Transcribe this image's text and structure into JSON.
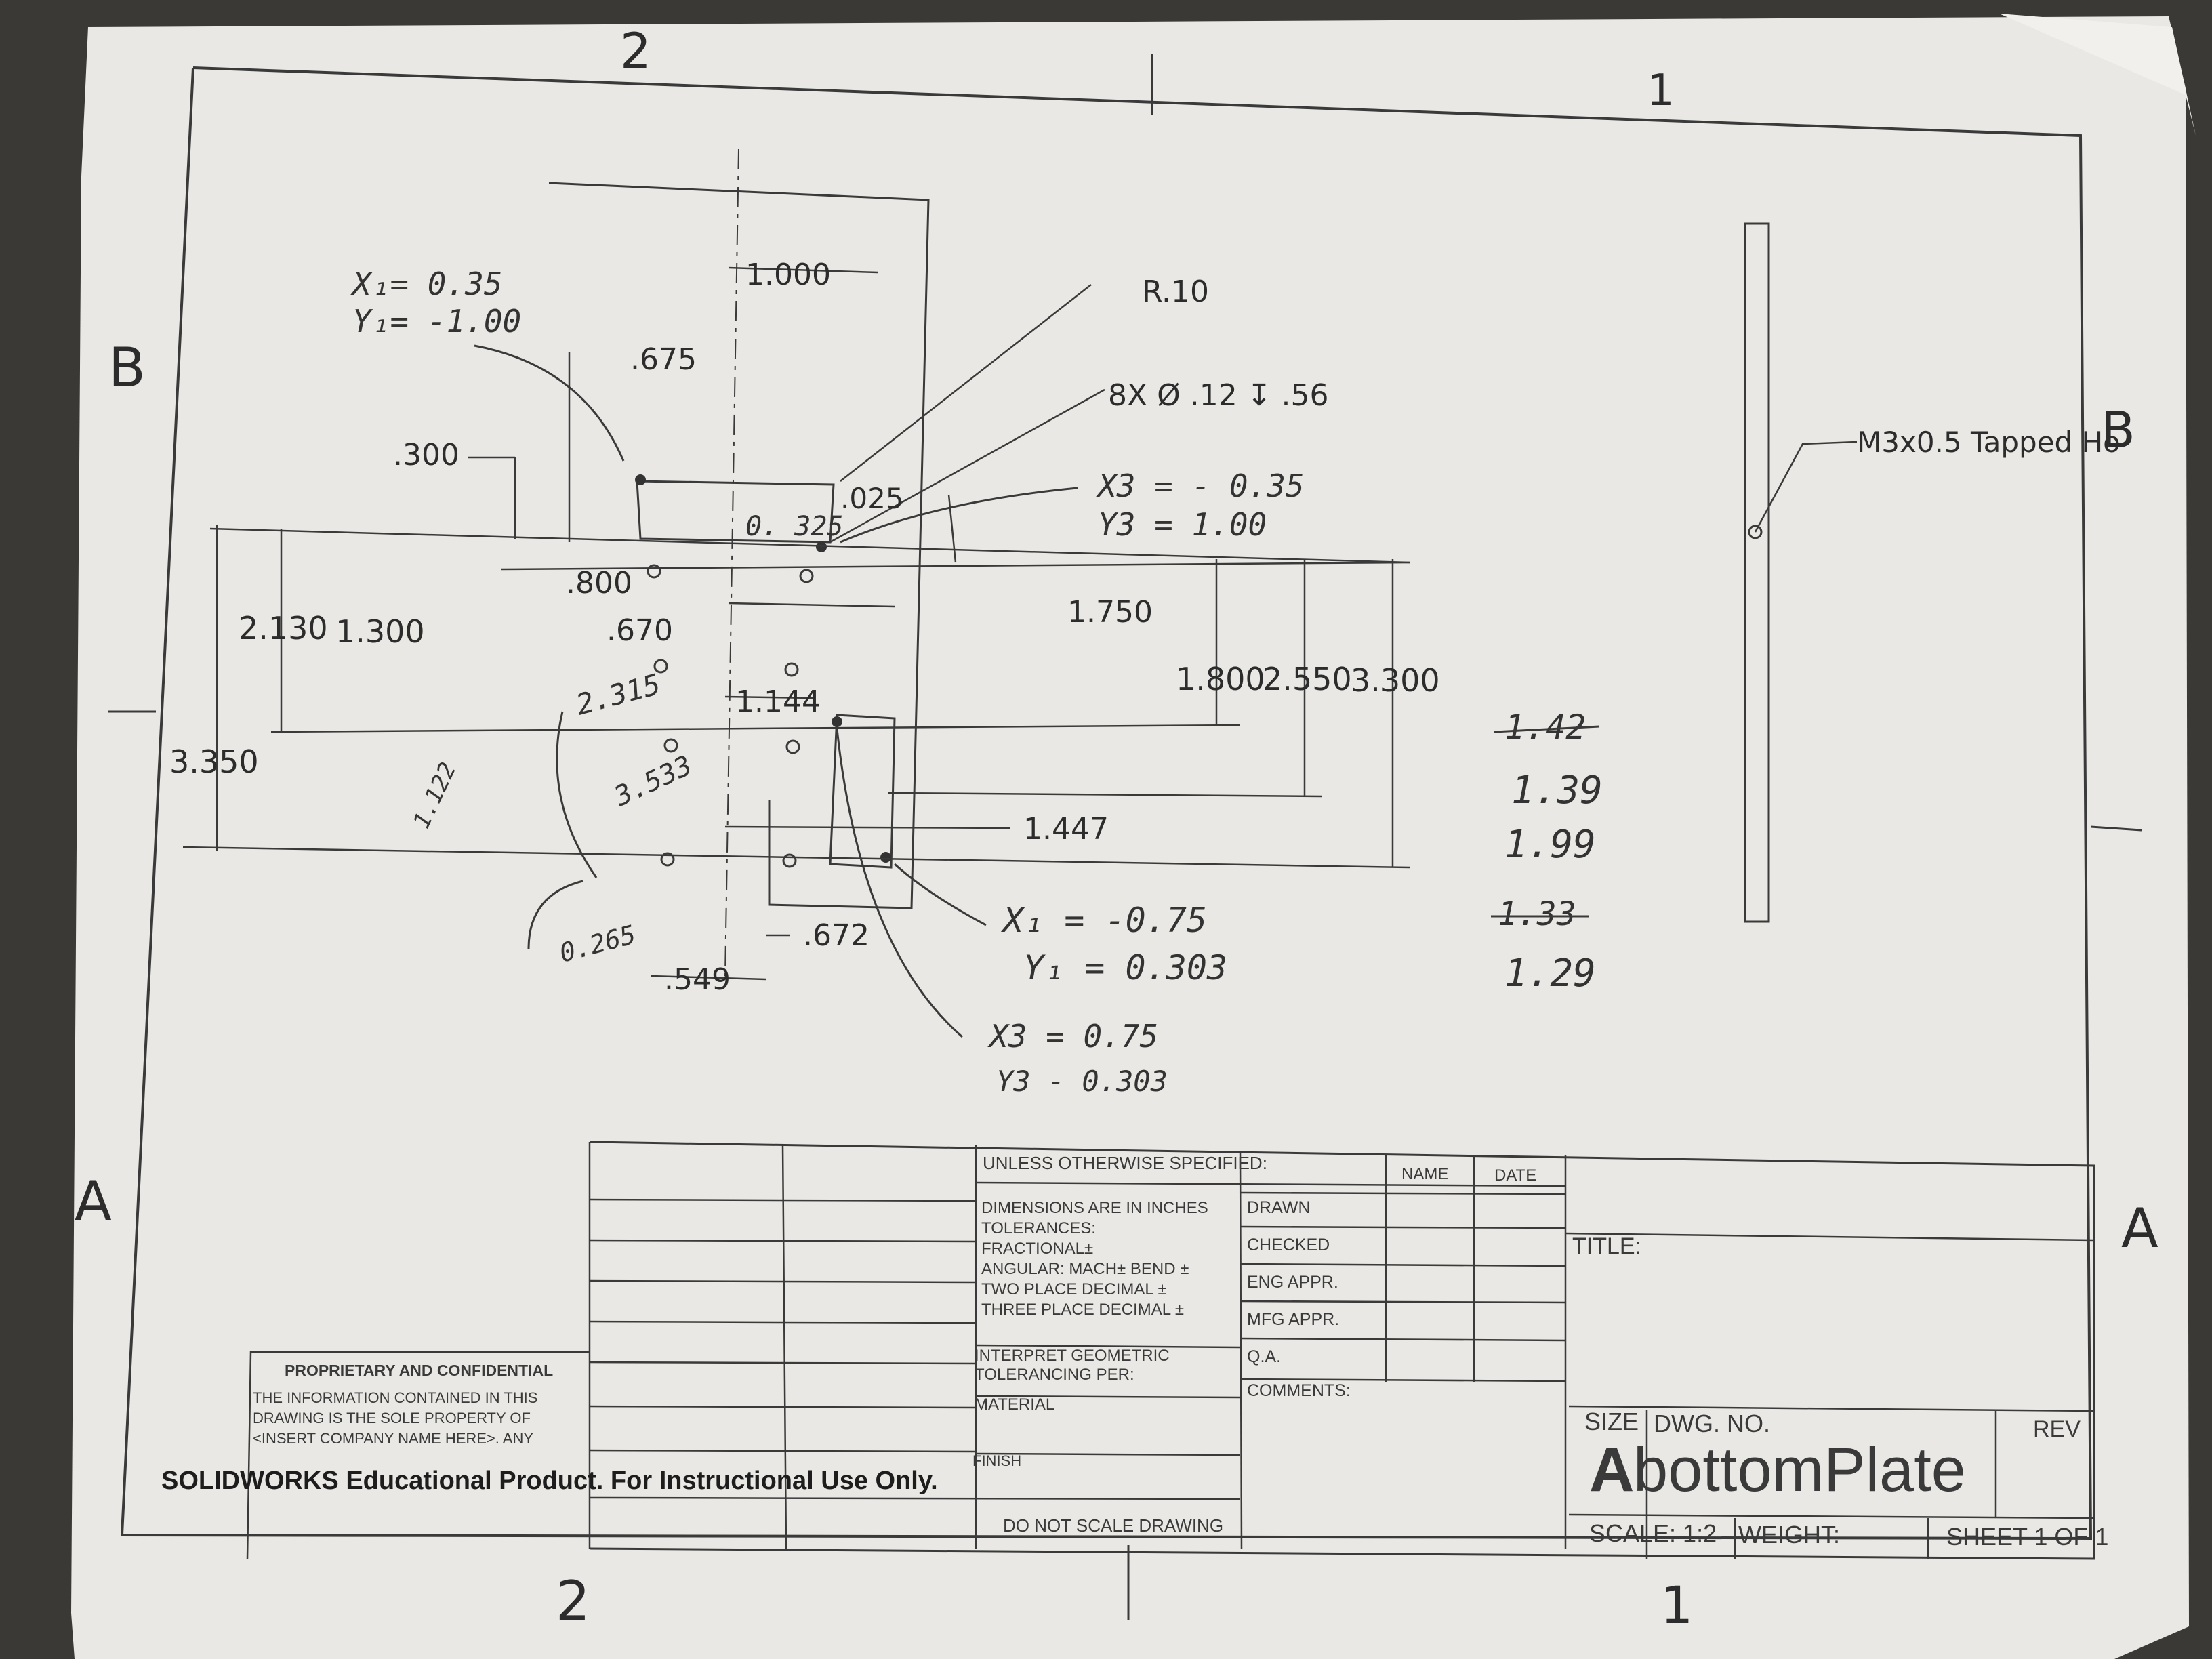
{
  "zones": {
    "top": [
      "2",
      "1"
    ],
    "bottom": [
      "2",
      "1"
    ],
    "left": [
      "B",
      "A"
    ],
    "right": [
      "B",
      "A"
    ]
  },
  "dims": {
    "d_1000": "1.000",
    "r10": "R.10",
    "holes": "8X Ø .12 ↧ .56",
    "d_675": ".675",
    "d_300": ".300",
    "d_025": ".025",
    "d_0325": "0. 325",
    "d_800": ".800",
    "d_670": ".670",
    "d_1750": "1.750",
    "d_2130": "2.130",
    "d_1300": "1.300",
    "d_1144": "1.144",
    "d_1800": "1.800",
    "d_2550": "2.550",
    "d_3300": "3.300",
    "d_3350": "3.350",
    "d_1447": "1.447",
    "d_672": ".672",
    "d_549": ".549",
    "tapped": "M3x0.5 Tapped Ho"
  },
  "notes": {
    "x1_top": "X₁= 0.35",
    "y1_top": "Y₁= -1.00",
    "x3_top": "X3 = - 0.35",
    "y3_top": "Y3 = 1.00",
    "x1_bot": "X₁ = -0.75",
    "y1_bot": "Y₁ = 0.303",
    "x3_bot": "X3 = 0.75",
    "y3_bot": "Y3 - 0.303",
    "n2315": "2.315",
    "n3533": "3.533",
    "n1122": "1.122",
    "n0265": "0.265",
    "side": [
      "1.42",
      "1.39",
      "1.99",
      "1.33",
      "1.29"
    ]
  },
  "title_block": {
    "unless": "UNLESS OTHERWISE SPECIFIED:",
    "name": "NAME",
    "date": "DATE",
    "dims_lines": [
      "DIMENSIONS ARE IN INCHES",
      "TOLERANCES:",
      "FRACTIONAL±",
      "ANGULAR: MACH±    BEND ±",
      "TWO PLACE DECIMAL    ±",
      "THREE PLACE DECIMAL   ±"
    ],
    "roles": [
      "DRAWN",
      "CHECKED",
      "ENG APPR.",
      "MFG APPR.",
      "Q.A."
    ],
    "comments": "COMMENTS:",
    "interpret": [
      "INTERPRET GEOMETRIC",
      "TOLERANCING PER:"
    ],
    "material": "MATERIAL",
    "finish": "FINISH",
    "do_not_scale": "DO NOT SCALE DRAWING",
    "title_label": "TITLE:",
    "size_label": "SIZE",
    "dwg_label": "DWG. NO.",
    "rev_label": "REV",
    "size_value": "A",
    "dwg_value": "bottomPlate",
    "scale": "SCALE: 1:2",
    "weight": "WEIGHT:",
    "sheet": "SHEET 1 OF 1",
    "proprietary_title": "PROPRIETARY AND CONFIDENTIAL",
    "proprietary_lines": [
      "THE INFORMATION CONTAINED IN THIS",
      "DRAWING IS THE SOLE PROPERTY OF",
      "<INSERT COMPANY NAME HERE>.  ANY"
    ],
    "watermark": "SOLIDWORKS Educational Product. For Instructional Use Only."
  }
}
